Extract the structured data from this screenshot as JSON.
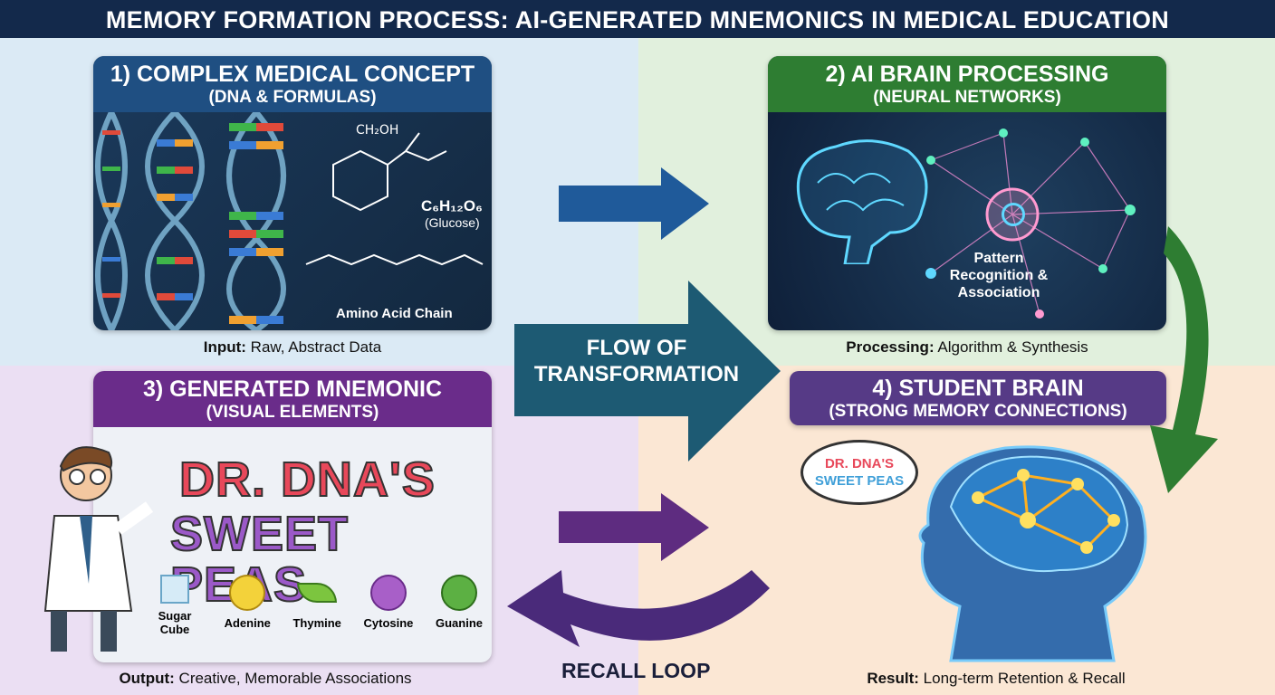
{
  "title": "MEMORY FORMATION PROCESS: AI-GENERATED MNEMONICS IN MEDICAL EDUCATION",
  "colors": {
    "title_bg": "#13294b",
    "panel1": "#1f4f82",
    "panel2": "#2e7d32",
    "panel3": "#6a2c8a",
    "panel4": "#563a86",
    "flow_arrow": "#1d5a73",
    "quad_tl": "#dbeaf5",
    "quad_tr": "#e1f0dd",
    "quad_bl": "#ebdff3",
    "quad_br": "#fbe7d4"
  },
  "panel1": {
    "title": "1) COMPLEX MEDICAL CONCEPT",
    "subtitle": "(DNA & FORMULAS)",
    "glucose_group": "CH₂OH",
    "glucose_formula": "C₆H₁₂O₆",
    "glucose_name": "(Glucose)",
    "amino_label": "Amino Acid Chain",
    "caption_bold": "Input:",
    "caption": " Raw, Abstract Data",
    "icons": [
      "dna-helix-icon",
      "glucose-structure-icon",
      "amino-acid-structure-icon"
    ]
  },
  "panel2": {
    "title": "2) AI BRAIN PROCESSING",
    "subtitle": "(NEURAL NETWORKS)",
    "center_label_1": "Pattern",
    "center_label_2": "Recognition &",
    "center_label_3": "Association",
    "caption_bold": "Processing:",
    "caption": " Algorithm & Synthesis",
    "icons": [
      "glowing-brain-icon",
      "neural-network-icon",
      "magnifier-icon"
    ]
  },
  "panel3": {
    "title": "3) GENERATED MNEMONIC",
    "subtitle": "(VISUAL ELEMENTS)",
    "mnemonic_line1": "DR. DNA'S",
    "mnemonic_line2": "SWEET PEAS",
    "items": [
      {
        "label": "Sugar Cube",
        "icon": "sugar-cube-icon"
      },
      {
        "label": "Adenine",
        "icon": "yellow-pea-icon"
      },
      {
        "label": "Thymine",
        "icon": "pea-pod-icon"
      },
      {
        "label": "Cytosine",
        "icon": "purple-pea-icon"
      },
      {
        "label": "Guanine",
        "icon": "green-pea-icon"
      }
    ],
    "caption_bold": "Output:",
    "caption": " Creative, Memorable Associations"
  },
  "panel4": {
    "title": "4) STUDENT BRAIN",
    "subtitle": "(STRONG MEMORY CONNECTIONS)",
    "bubble_line1": "DR. DNA'S",
    "bubble_line2": "SWEET PEAS",
    "caption_bold": "Result:",
    "caption": " Long-term Retention & Recall",
    "icons": [
      "student-head-brain-icon",
      "speech-bubble-icon"
    ]
  },
  "flow": {
    "line1": "FLOW OF",
    "line2": "TRANSFORMATION"
  },
  "recall": {
    "label": "RECALL LOOP"
  }
}
